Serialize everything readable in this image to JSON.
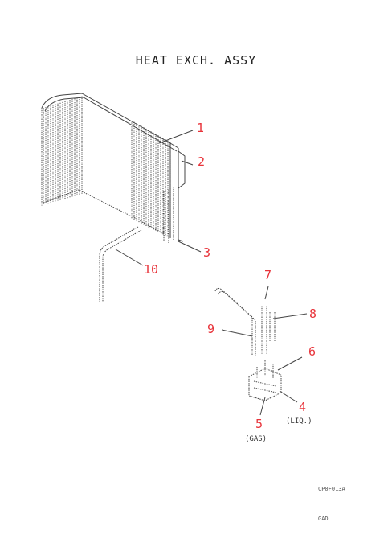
{
  "title": "HEAT EXCH. ASSY",
  "callouts": [
    {
      "num": "1"
    },
    {
      "num": "2"
    },
    {
      "num": "3"
    },
    {
      "num": "4",
      "sub": "(LIQ.)"
    },
    {
      "num": "5",
      "sub": "(GAS)"
    },
    {
      "num": "6"
    },
    {
      "num": "7"
    },
    {
      "num": "8"
    },
    {
      "num": "9"
    },
    {
      "num": "10"
    }
  ],
  "codes": {
    "drawing_code": "CP0F013A",
    "drawing_sub": "GAD"
  },
  "colors": {
    "callout": "#e8333a",
    "line": "#444444"
  }
}
